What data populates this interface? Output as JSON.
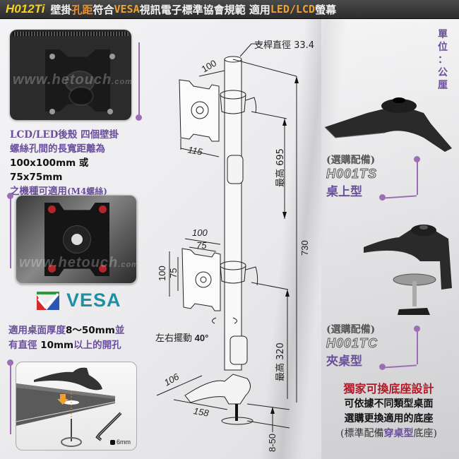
{
  "header": {
    "model": "H012Ti",
    "segments": [
      {
        "text": "壁掛",
        "color": "white"
      },
      {
        "text": "孔距",
        "color": "orange"
      },
      {
        "text": "符合",
        "color": "white"
      },
      {
        "text": "VESA",
        "color": "orange"
      },
      {
        "text": "視訊電子標準協會規範 適用",
        "color": "white"
      },
      {
        "text": "LED/LCD",
        "color": "orange"
      },
      {
        "text": "螢幕",
        "color": "white"
      }
    ]
  },
  "colors": {
    "header_bg": "#333333",
    "model_yellow": "#f5d21c",
    "accent_orange": "#f0a030",
    "purple": "#6a4f9a",
    "connector_purple": "#9c6fb5",
    "promo_red": "#b01a26",
    "vesa_teal": "#1f8fa6"
  },
  "left_panel": {
    "photo1_watermark": "www.hetouch",
    "photo1_watermark_suffix": ".com",
    "desc1": {
      "line1": "LCD/LED後殼 四個壁掛",
      "line2": "螺絲孔間的長寬距離為",
      "line3": "100x100mm 或 75x75mm",
      "line4_prefix": "之機種可適用",
      "line4_suffix": "(M4螺絲)"
    },
    "photo2_watermark": "www.hetouch",
    "photo2_watermark_suffix": ".com",
    "vesa_logo_text": "VESA",
    "desc2": {
      "line1_prefix": "適用桌面厚度",
      "line1_num": "8～50mm",
      "line1_suffix": "並",
      "line2_prefix": "有直徑 ",
      "line2_num": "10mm",
      "line2_suffix": "以上的開孔"
    },
    "hex_key_label": "6mm"
  },
  "drawing": {
    "pole_diameter_label": "支桿直徑 33.4",
    "top_arm_depth": "100",
    "top_plate_width": "115",
    "max_height_upper": "最高 695",
    "total_height": "730",
    "lower_plate_outer_w": "100",
    "lower_plate_inner_w": "75",
    "lower_plate_outer_h": "100",
    "lower_plate_inner_h": "75",
    "swivel_label": "左右擺動",
    "swivel_angle": "40°",
    "max_height_lower": "最高 320",
    "base_depth": "106",
    "base_width": "158",
    "desk_thickness": "8-50"
  },
  "right_panel": {
    "unit_label": [
      "單",
      "位",
      "：",
      "公",
      "厘"
    ],
    "option1": {
      "paren": "(選購配備)",
      "model": "H001TS",
      "type": "桌上型"
    },
    "option2": {
      "paren": "(選購配備)",
      "model": "H001TC",
      "type": "夾桌型"
    },
    "promo": {
      "title": "獨家可換底座設計",
      "line2": "可依據不同類型桌面",
      "line3": "選購更換適用的底座",
      "line4_prefix": "(標準配備",
      "line4_highlight": "穿桌型",
      "line4_suffix": "底座)"
    }
  }
}
